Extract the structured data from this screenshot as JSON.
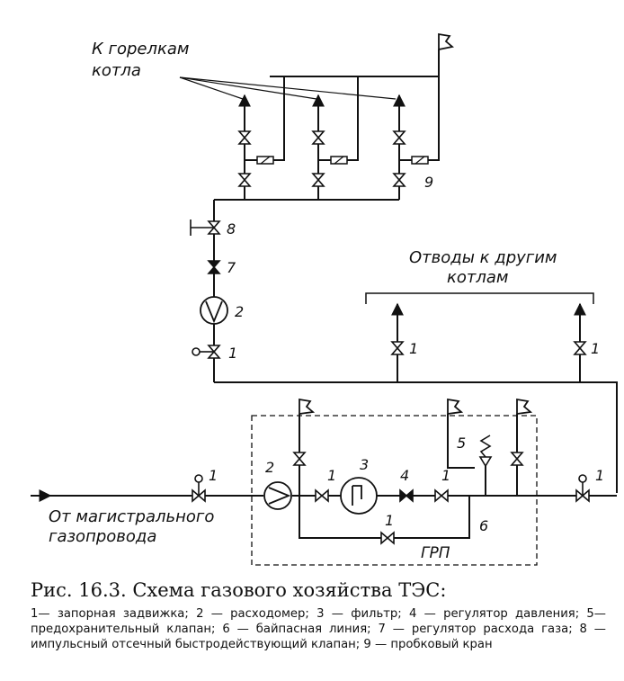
{
  "diagram": {
    "labels": {
      "to_burners_line1": "К горелкам",
      "to_burners_line2": "котла",
      "branches_line1": "Отводы к другим",
      "branches_line2": "котлам",
      "from_main_line1": "От магистрального",
      "from_main_line2": "газопровода",
      "grp": "ГРП"
    },
    "numbers": {
      "n1": "1",
      "n2": "2",
      "n3": "3",
      "n4": "4",
      "n5": "5",
      "n6": "6",
      "n7": "7",
      "n8": "8",
      "n9": "9"
    }
  },
  "caption": {
    "title": "Рис. 16.3. Схема газового хозяйства ТЭС:",
    "legend": "1— запорная задвижка; 2 — расходомер; 3 — фильтр; 4 — регулятор давления; 5—предохранительный клапан; 6 — байпасная линия; 7 — регулятор расхода газа; 8 — импульсный отсечный быстродействующий клапан; 9 — пробковый кран"
  }
}
